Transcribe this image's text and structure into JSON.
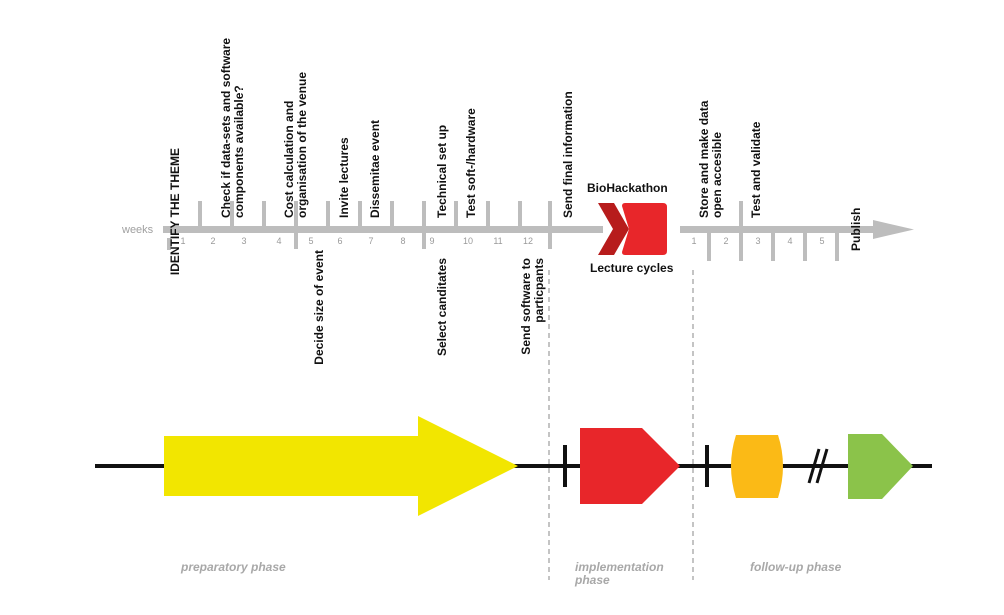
{
  "timeline": {
    "weeks_label": "weeks",
    "pre_weeks": [
      "1",
      "2",
      "3",
      "4",
      "5",
      "6",
      "7",
      "8",
      "9",
      "10",
      "11",
      "12"
    ],
    "post_weeks": [
      "1",
      "2",
      "3",
      "4",
      "5"
    ],
    "tasks_above": [
      "Check if data-sets and software\ncomponents available?",
      "Cost calculation and\norganisation of the venue",
      "Invite lectures",
      "Dissemitae event",
      "Technical set up",
      "Test soft-/hardware",
      "Send final information",
      "Store and make data\nopen accesible",
      "Test and validate",
      "Publish"
    ],
    "tasks_below": [
      "IDENTIFY THE THEME",
      "Decide size of event",
      "Select canditates",
      "Send software to\nparticpants"
    ],
    "event": {
      "top_label": "BioHackathon",
      "bottom_label": "Lecture cycles"
    }
  },
  "phases": {
    "preparatory": "preparatory phase",
    "implementation": "implementation\nphase",
    "follow_up": "follow-up phase"
  },
  "colors": {
    "timeline_gray": "#bdbdbd",
    "event_red": "#e8262a",
    "event_dark_red": "#b71c1c",
    "preparatory_yellow": "#f2e600",
    "implementation_red": "#e8262a",
    "followup_orange": "#fbba16",
    "publish_green": "#8bc34a"
  }
}
